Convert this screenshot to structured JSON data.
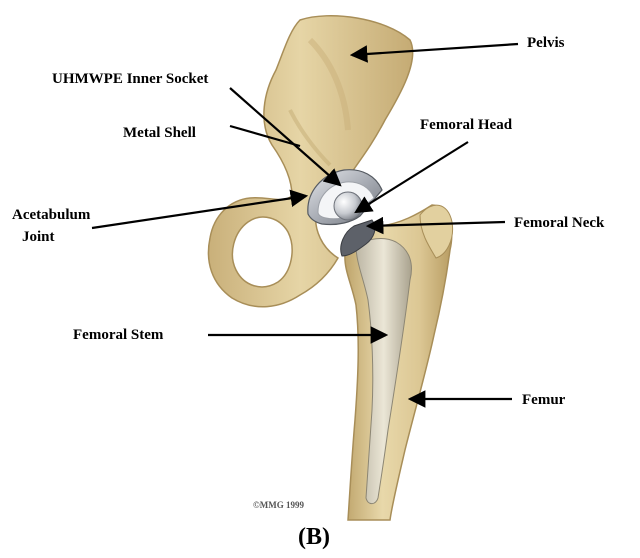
{
  "labels": {
    "pelvis": "Pelvis",
    "uhmwpe": "UHMWPE Inner Socket",
    "metal_shell": "Metal Shell",
    "femoral_head": "Femoral Head",
    "acetabulum_line1": "Acetabulum",
    "acetabulum_line2": "Joint",
    "femoral_neck": "Femoral Neck",
    "femoral_stem": "Femoral Stem",
    "femur": "Femur"
  },
  "copyright": "©MMG 1999",
  "caption": "(B)",
  "colors": {
    "bone": "#e0cd9c",
    "bone_shadow": "#c4ad76",
    "metal": "#b9bcc2",
    "polyethylene": "#f2f3f5",
    "arrow": "#000000"
  }
}
